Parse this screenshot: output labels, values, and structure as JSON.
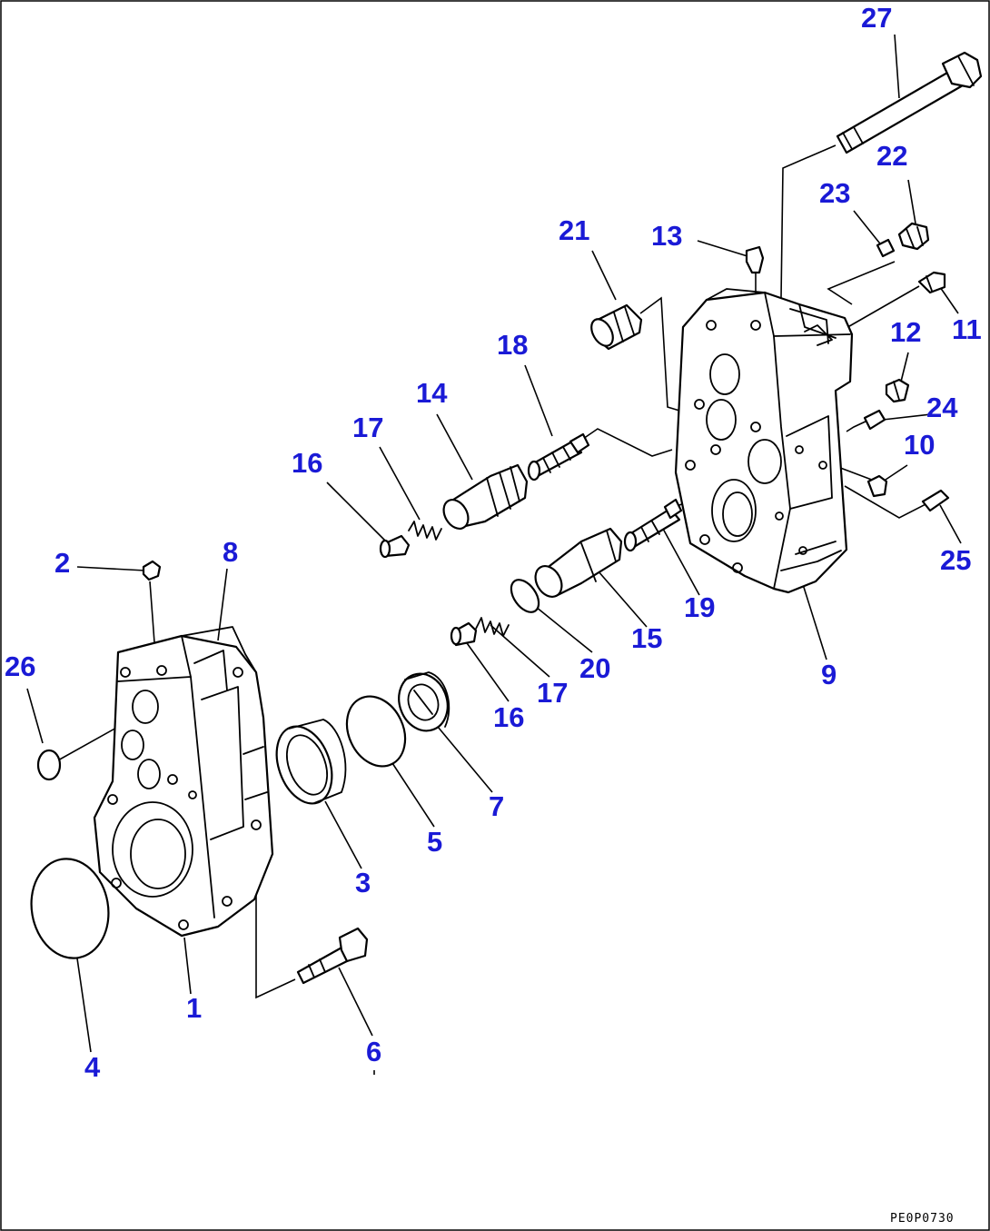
{
  "diagram": {
    "drawing_code": "PE0P0730",
    "callouts": [
      {
        "id": "c27",
        "label": "27"
      },
      {
        "id": "c22",
        "label": "22"
      },
      {
        "id": "c23",
        "label": "23"
      },
      {
        "id": "c21",
        "label": "21"
      },
      {
        "id": "c13",
        "label": "13"
      },
      {
        "id": "c11",
        "label": "11"
      },
      {
        "id": "c12",
        "label": "12"
      },
      {
        "id": "c18",
        "label": "18"
      },
      {
        "id": "c14",
        "label": "14"
      },
      {
        "id": "c24",
        "label": "24"
      },
      {
        "id": "c10",
        "label": "10"
      },
      {
        "id": "c17a",
        "label": "17"
      },
      {
        "id": "c16a",
        "label": "16"
      },
      {
        "id": "c25",
        "label": "25"
      },
      {
        "id": "c8",
        "label": "8"
      },
      {
        "id": "c2",
        "label": "2"
      },
      {
        "id": "c19",
        "label": "19"
      },
      {
        "id": "c15",
        "label": "15"
      },
      {
        "id": "c20",
        "label": "20"
      },
      {
        "id": "c9",
        "label": "9"
      },
      {
        "id": "c26",
        "label": "26"
      },
      {
        "id": "c17b",
        "label": "17"
      },
      {
        "id": "c16b",
        "label": "16"
      },
      {
        "id": "c7",
        "label": "7"
      },
      {
        "id": "c5",
        "label": "5"
      },
      {
        "id": "c3",
        "label": "3"
      },
      {
        "id": "c1",
        "label": "1"
      },
      {
        "id": "c6",
        "label": "6"
      },
      {
        "id": "c4",
        "label": "4"
      }
    ]
  }
}
